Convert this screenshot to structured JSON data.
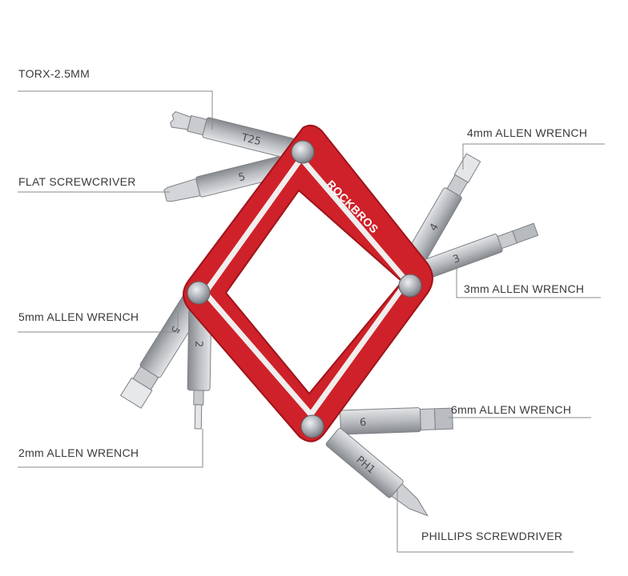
{
  "brand": "ROCKBROS",
  "colors": {
    "frame": "#cf2129",
    "frame_dark": "#9e141a",
    "stripe": "#f0eeee",
    "steel": "#bfc1c4",
    "steel_dark": "#8a8d91",
    "bolt": "#a9adb3"
  },
  "callouts": [
    {
      "id": "torx",
      "label": "TORX-2.5MM"
    },
    {
      "id": "flat",
      "label": "FLAT SCREWCRIVER"
    },
    {
      "id": "hex5",
      "label": "5mm ALLEN WRENCH"
    },
    {
      "id": "hex2",
      "label": "2mm ALLEN WRENCH"
    },
    {
      "id": "hex4",
      "label": "4mm ALLEN WRENCH"
    },
    {
      "id": "hex3",
      "label": "3mm ALLEN WRENCH"
    },
    {
      "id": "hex6",
      "label": "6mm ALLEN WRENCH"
    },
    {
      "id": "phillips",
      "label": "PHILLIPS SCREWDRIVER"
    }
  ],
  "bit_markings": {
    "torx": "T25",
    "flat": "5",
    "hex5": "5",
    "hex2": "2",
    "hex4": "4",
    "hex3": "3",
    "hex6": "6",
    "phillips": "PH1"
  }
}
